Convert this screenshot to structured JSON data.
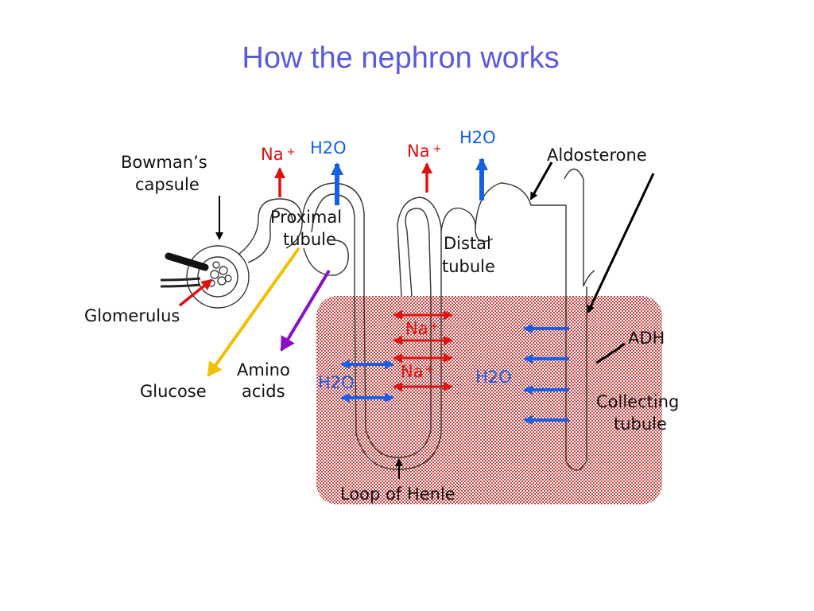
{
  "title": "How the nephron works",
  "labels": {
    "bowmans_capsule": [
      "Bowman’s",
      "capsule"
    ],
    "glomerulus": "Glomerulus",
    "glucose": "Glucose",
    "amino_acids": [
      "Amino",
      "acids"
    ],
    "proximal_tubule": [
      "Proximal",
      "tubule"
    ],
    "distal_tubule": [
      "Distal",
      "tubule"
    ],
    "aldosterone": "Aldosterone",
    "adh": "ADH",
    "collecting_tubule": [
      "Collecting",
      "tubule"
    ],
    "loop_of_henle": "Loop of Henle"
  },
  "ions": {
    "na": "Na",
    "plus": "+",
    "h": "H",
    "two": "2",
    "o": "O"
  },
  "colors": {
    "title": "#5a5ae0",
    "sodium": "#e01010",
    "water": "#1560e6",
    "glucose": "#f0c000",
    "amino_acids": "#8a10c8",
    "medulla_dots": "#c01818"
  }
}
